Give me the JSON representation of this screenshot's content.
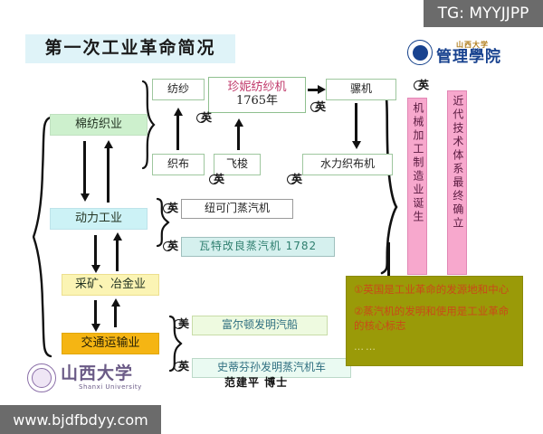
{
  "slide": {
    "title": "第一次工业革命简况",
    "author": "范建平  博士"
  },
  "watermarks": {
    "telegram": "TG: MYYJJPP",
    "website": "www.bjdfbdyy.com"
  },
  "logos": {
    "university": {
      "cn": "山西大学",
      "en": "Shanxi University"
    },
    "school": {
      "top": "山西大学",
      "cn": "管理學院"
    }
  },
  "sectors": [
    {
      "id": "cotton",
      "label": "棉纺织业",
      "color": "#cdf0cd"
    },
    {
      "id": "power",
      "label": "动力工业",
      "color": "#ccf2f6"
    },
    {
      "id": "mining",
      "label": "采矿、冶金业",
      "color": "#fbf4b4"
    },
    {
      "id": "transport",
      "label": "交通运输业",
      "color": "#f5b513"
    }
  ],
  "textile": {
    "spinning": "纺纱",
    "weaving": "织布",
    "jenny_line1": "珍妮纺纱机",
    "jenny_line2": "1765年",
    "flying_shuttle": "飞梭",
    "mule": "骡机",
    "water_loom": "水力织布机"
  },
  "steam": {
    "newcomen": "纽可门蒸汽机",
    "watt": "瓦特改良蒸汽机   1782"
  },
  "transport_inventions": {
    "fulton": "富尔顿发明汽船",
    "stephenson": "史蒂芬孙发明蒸汽机车"
  },
  "outcomes": {
    "pink1": "机械加工制造业诞生",
    "pink2": "近代技术体系最终确立"
  },
  "conclusion": {
    "point1": "①英国是工业革命的发源地和中心",
    "point2": "②蒸汽机的发明和使用是工业革命的核心标志",
    "ellipsis": "……"
  },
  "country_marks": [
    {
      "id": "jenny",
      "label": "英"
    },
    {
      "id": "mule",
      "label": "英"
    },
    {
      "id": "shuttle",
      "label": "英"
    },
    {
      "id": "water-loom",
      "label": "英"
    },
    {
      "id": "brace-top",
      "label": "英"
    },
    {
      "id": "newcomen",
      "label": "英"
    },
    {
      "id": "watt",
      "label": "英"
    },
    {
      "id": "fulton",
      "label": "美"
    },
    {
      "id": "stephenson",
      "label": "英"
    }
  ],
  "colors": {
    "title_bg": "#dff3f8",
    "pink": "#f7a8cd",
    "olive": "#9a9a08",
    "olive_text": "#c94a18",
    "orange": "#f5b513"
  }
}
